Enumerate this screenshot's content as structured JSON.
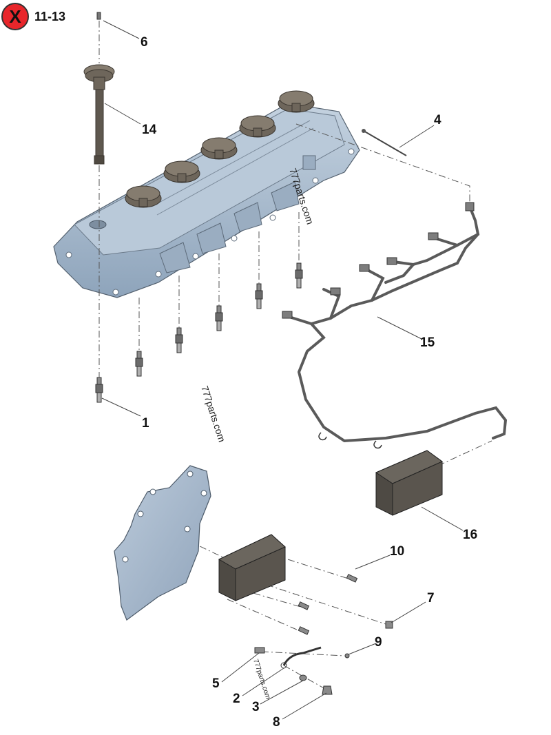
{
  "header": {
    "badge_symbol": "X",
    "range": "11-13"
  },
  "watermark": "777parts.com",
  "callouts": [
    "1",
    "2",
    "3",
    "4",
    "5",
    "6",
    "7",
    "8",
    "9",
    "10",
    "14",
    "15",
    "16"
  ],
  "colors": {
    "badge": "#e8262b",
    "cover": "#a9bccf",
    "coil": "#6a6257",
    "harness": "#555555"
  }
}
